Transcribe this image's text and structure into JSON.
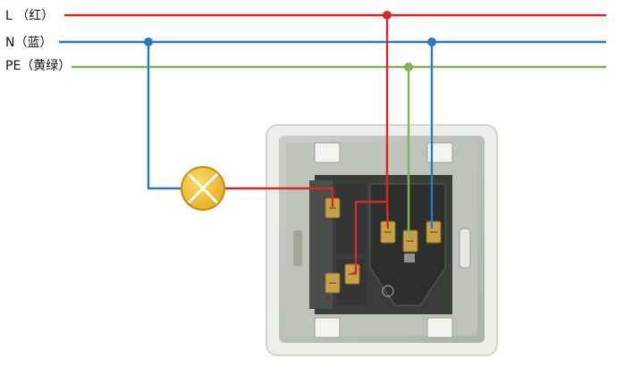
{
  "labels": {
    "live": "L （红）",
    "neutral": "N（蓝）",
    "earth": "PE（黄绿）"
  },
  "colors": {
    "live": "#d9262b",
    "neutral": "#2a78c4",
    "earth": "#7fb354",
    "lamp": "#f2c22e"
  },
  "icons": {
    "lamp": "lamp-icon",
    "switch_socket": "switch-socket-panel"
  }
}
